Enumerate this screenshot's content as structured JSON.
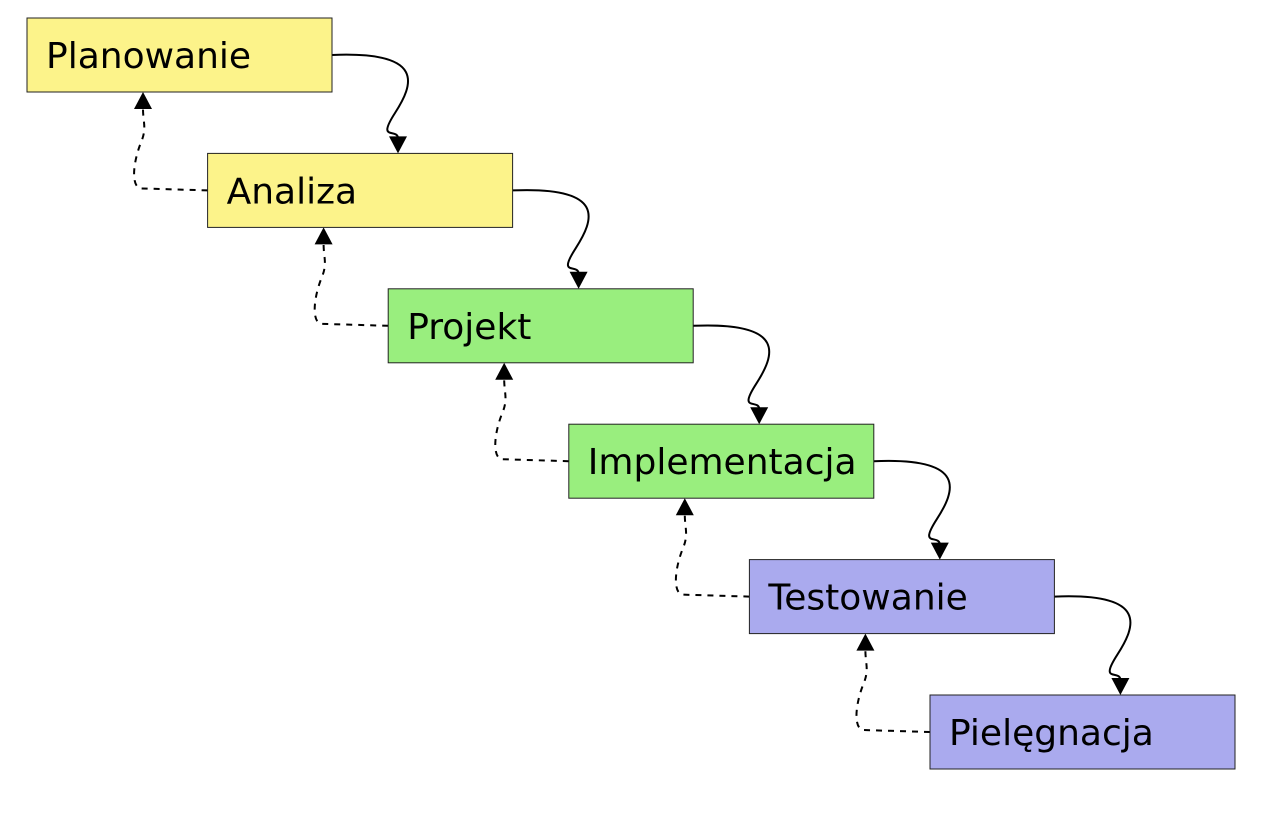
{
  "stages": [
    {
      "label": "Planowanie",
      "color": "#fcf38a"
    },
    {
      "label": "Analiza",
      "color": "#fcf38a"
    },
    {
      "label": "Projekt",
      "color": "#99ee7e"
    },
    {
      "label": "Implementacja",
      "color": "#99ee7e"
    },
    {
      "label": "Testowanie",
      "color": "#aaaaee"
    },
    {
      "label": "Pielęgnacja",
      "color": "#aaaaee"
    }
  ],
  "connectors": {
    "forward": "solid-arrow-down",
    "backward": "dashed-arrow-up"
  }
}
